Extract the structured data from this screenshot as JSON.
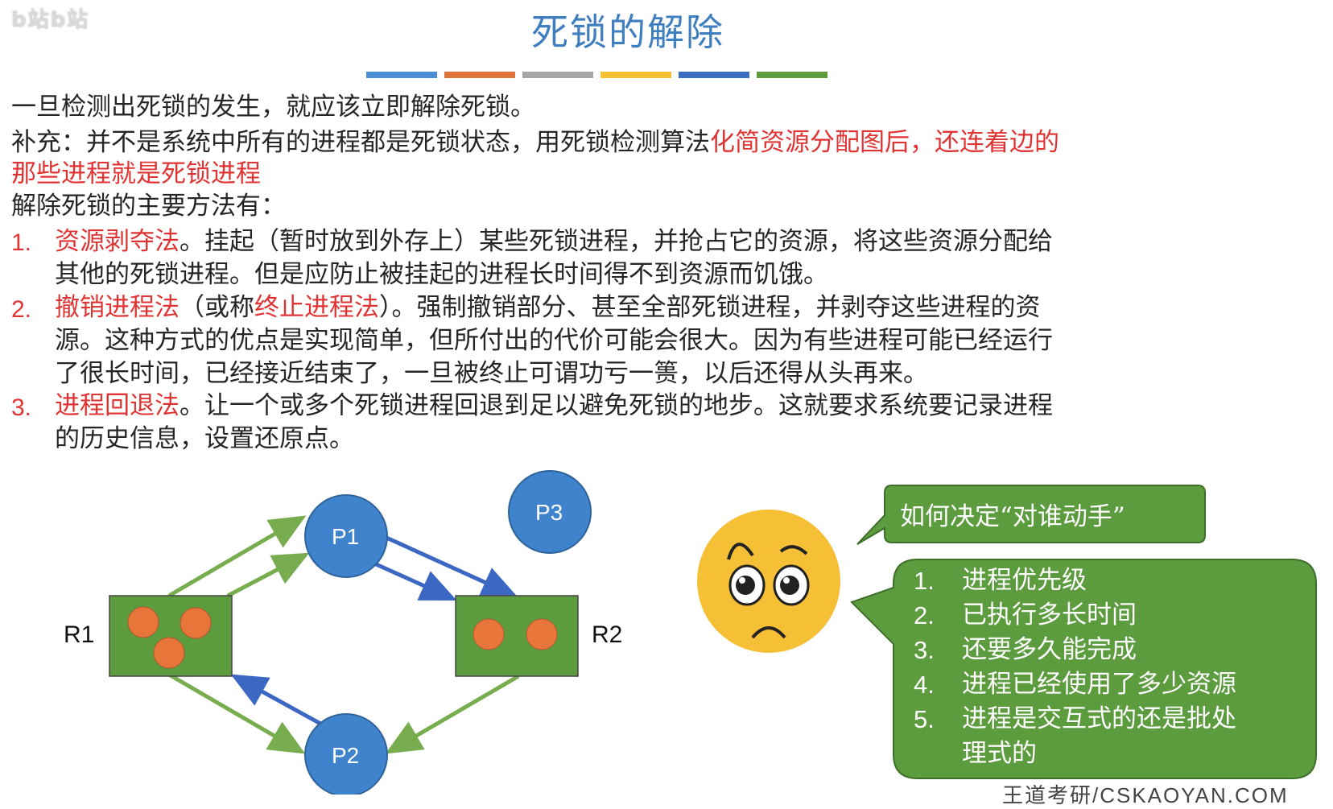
{
  "logo": "b站b站",
  "title": "死锁的解除",
  "colors": {
    "title": "#3f7fbf",
    "highlight": "#e03434",
    "bars": [
      "#4a8fd6",
      "#e0733a",
      "#a6a6a6",
      "#f6c030",
      "#3b6fc2",
      "#5d9c3d"
    ],
    "process_node": "#3f83cc",
    "resource_box": "#5c9c3f",
    "resource_dot": "#e8763a",
    "assign_edge": "#77ad4e",
    "request_edge": "#3c67c2",
    "bubble": "#5c9c3f",
    "face": "#f5bf36"
  },
  "paragraphs": {
    "p1": "一旦检测出死锁的发生，就应该立即解除死锁。",
    "p2_prefix": "补充：并不是系统中所有的进程都是死锁状态，用死锁检测算法",
    "p2_red_1": "化简资源分配图后，还连着边的",
    "p2_red_2": "那些进程就是死锁进程",
    "p3": "解除死锁的主要方法有："
  },
  "methods": [
    {
      "num": "1.",
      "name": "资源剥夺法",
      "line1": "。挂起（暂时放到外存上）某些死锁进程，并抢占它的资源，将这些资源分配给",
      "line2": "其他的死锁进程。但是应防止被挂起的进程长时间得不到资源而饥饿。"
    },
    {
      "num": "2.",
      "name": "撤销进程法",
      "mid1": "（或称",
      "alt": "终止进程法",
      "line1": "）。强制撤销部分、甚至全部死锁进程，并剥夺这些进程的资",
      "line2": "源。这种方式的优点是实现简单，但所付出的代价可能会很大。因为有些进程可能已经运行",
      "line3": "了很长时间，已经接近结束了，一旦被终止可谓功亏一篑，以后还得从头再来。"
    },
    {
      "num": "3.",
      "name": "进程回退法",
      "line1": "。让一个或多个死锁进程回退到足以避免死锁的地步。这就要求系统要记录进程",
      "line2": "的历史信息，设置还原点。"
    }
  ],
  "graph": {
    "processes": [
      "P1",
      "P2",
      "P3"
    ],
    "resources": [
      "R1",
      "R2"
    ]
  },
  "bubble_question": "如何决定“对谁动手”",
  "criteria": [
    {
      "num": "1.",
      "text": "进程优先级"
    },
    {
      "num": "2.",
      "text": "已执行多长时间"
    },
    {
      "num": "3.",
      "text": "还要多久能完成"
    },
    {
      "num": "4.",
      "text": "进程已经使用了多少资源"
    },
    {
      "num": "5.",
      "text": "进程是交互式的还是批处",
      "text2": "理式的"
    }
  ],
  "footer": "王道考研/CSKAOYAN.COM"
}
